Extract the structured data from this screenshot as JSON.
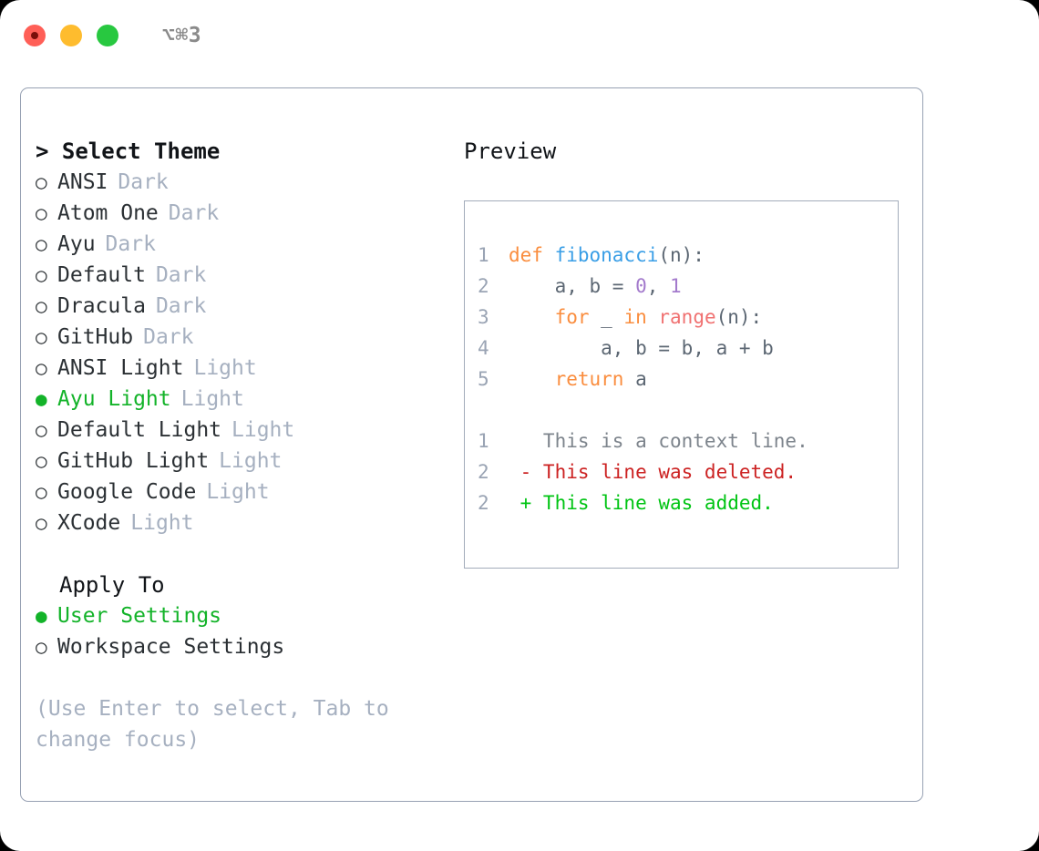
{
  "titlebar": {
    "shortcut": "⌥⌘3",
    "lights": [
      "close",
      "minimize",
      "maximize"
    ]
  },
  "left": {
    "heading": "> Select Theme",
    "themes": [
      {
        "bullet": "○",
        "name": "ANSI",
        "kind": "Dark",
        "selected": false
      },
      {
        "bullet": "○",
        "name": "Atom One",
        "kind": "Dark",
        "selected": false
      },
      {
        "bullet": "○",
        "name": "Ayu",
        "kind": "Dark",
        "selected": false
      },
      {
        "bullet": "○",
        "name": "Default",
        "kind": "Dark",
        "selected": false
      },
      {
        "bullet": "○",
        "name": "Dracula",
        "kind": "Dark",
        "selected": false
      },
      {
        "bullet": "○",
        "name": "GitHub",
        "kind": "Dark",
        "selected": false
      },
      {
        "bullet": "○",
        "name": "ANSI Light",
        "kind": "Light",
        "selected": false
      },
      {
        "bullet": "●",
        "name": "Ayu Light",
        "kind": "Light",
        "selected": true
      },
      {
        "bullet": "○",
        "name": "Default Light",
        "kind": "Light",
        "selected": false
      },
      {
        "bullet": "○",
        "name": "GitHub Light",
        "kind": "Light",
        "selected": false
      },
      {
        "bullet": "○",
        "name": "Google Code",
        "kind": "Light",
        "selected": false
      },
      {
        "bullet": "○",
        "name": "XCode",
        "kind": "Light",
        "selected": false
      }
    ],
    "apply_heading": "Apply To",
    "apply_options": [
      {
        "bullet": "●",
        "name": "User Settings",
        "selected": true
      },
      {
        "bullet": "○",
        "name": "Workspace Settings",
        "selected": false
      }
    ],
    "hint": "(Use Enter to select, Tab to change focus)"
  },
  "preview": {
    "title": "Preview",
    "code": [
      {
        "no": "1",
        "tokens": [
          {
            "t": "def ",
            "c": "kw"
          },
          {
            "t": "fibonacci",
            "c": "fn"
          },
          {
            "t": "(n):",
            "c": "punct"
          }
        ]
      },
      {
        "no": "2",
        "tokens": [
          {
            "t": "    a, b = ",
            "c": "plain"
          },
          {
            "t": "0",
            "c": "num"
          },
          {
            "t": ", ",
            "c": "plain"
          },
          {
            "t": "1",
            "c": "num"
          }
        ]
      },
      {
        "no": "3",
        "tokens": [
          {
            "t": "    for ",
            "c": "kw"
          },
          {
            "t": "_ ",
            "c": "plain"
          },
          {
            "t": "in ",
            "c": "kw"
          },
          {
            "t": "range",
            "c": "bi"
          },
          {
            "t": "(n):",
            "c": "punct"
          }
        ]
      },
      {
        "no": "4",
        "tokens": [
          {
            "t": "        a, b = b, a + b",
            "c": "plain"
          }
        ]
      },
      {
        "no": "5",
        "tokens": [
          {
            "t": "    return ",
            "c": "kw"
          },
          {
            "t": "a",
            "c": "plain"
          }
        ]
      }
    ],
    "diff": [
      {
        "no": "1",
        "marker": " ",
        "text": " This is a context line.",
        "kind": "ctx"
      },
      {
        "no": "2",
        "marker": "-",
        "text": " This line was deleted.",
        "kind": "del"
      },
      {
        "no": "2",
        "marker": "+",
        "text": " This line was added.",
        "kind": "add"
      }
    ]
  },
  "colors": {
    "keyword": "#fa8d3e",
    "function": "#399ee6",
    "builtin": "#f07171",
    "number": "#a37acc",
    "plain": "#5c6773",
    "selected_green": "#13b329",
    "muted": "#a6b0c0",
    "diff_add": "#00c413",
    "diff_del": "#cc2222",
    "panel_border": "#97a1b3"
  }
}
